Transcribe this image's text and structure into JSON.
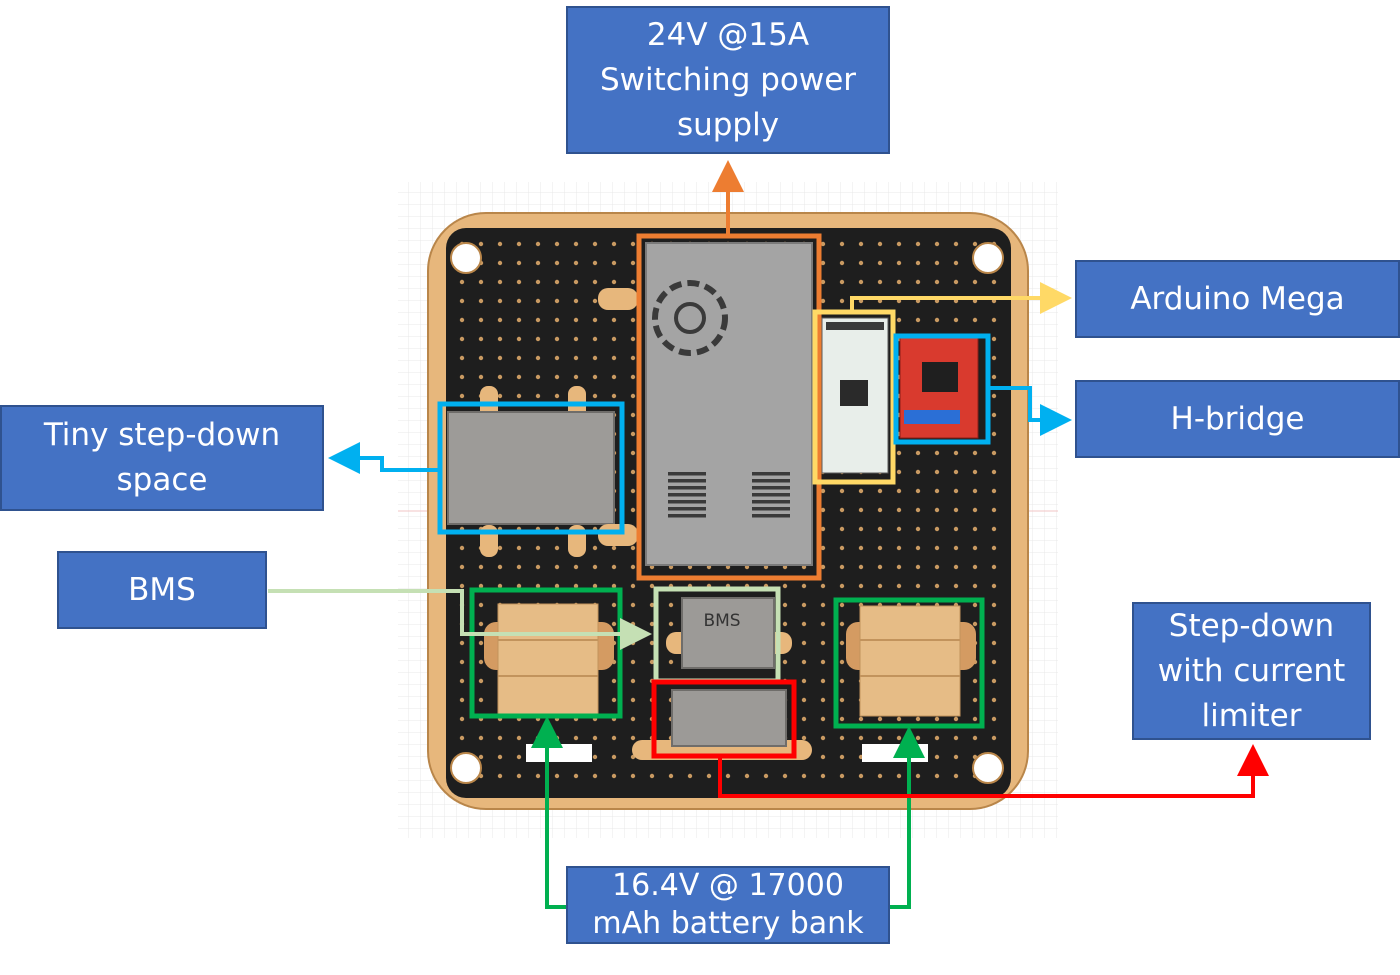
{
  "labels": {
    "power_supply": [
      "24V @15A",
      "Switching power",
      "supply"
    ],
    "arduino": "Arduino Mega",
    "h_bridge": "H-bridge",
    "tiny_stepdown": [
      "Tiny step-down",
      "space"
    ],
    "bms": "BMS",
    "stepdown_limiter": [
      "Step-down",
      "with current",
      "limiter"
    ],
    "battery_bank": [
      "16.4V @ 17000",
      "mAh battery bank"
    ]
  },
  "board": {
    "bms_print": "BMS"
  },
  "colors": {
    "label_fill": "#4472c4",
    "label_border": "#2f528f",
    "power_supply": "#ed7d31",
    "arduino": "#ffd966",
    "h_bridge": "#00b0f0",
    "tiny_stepdown": "#00b0f0",
    "bms": "#c5e0b4",
    "battery": "#00b050",
    "stepdown_limiter": "#ff0000",
    "board_wood": "#e7b77c",
    "board_black": "#1e1e1e"
  }
}
